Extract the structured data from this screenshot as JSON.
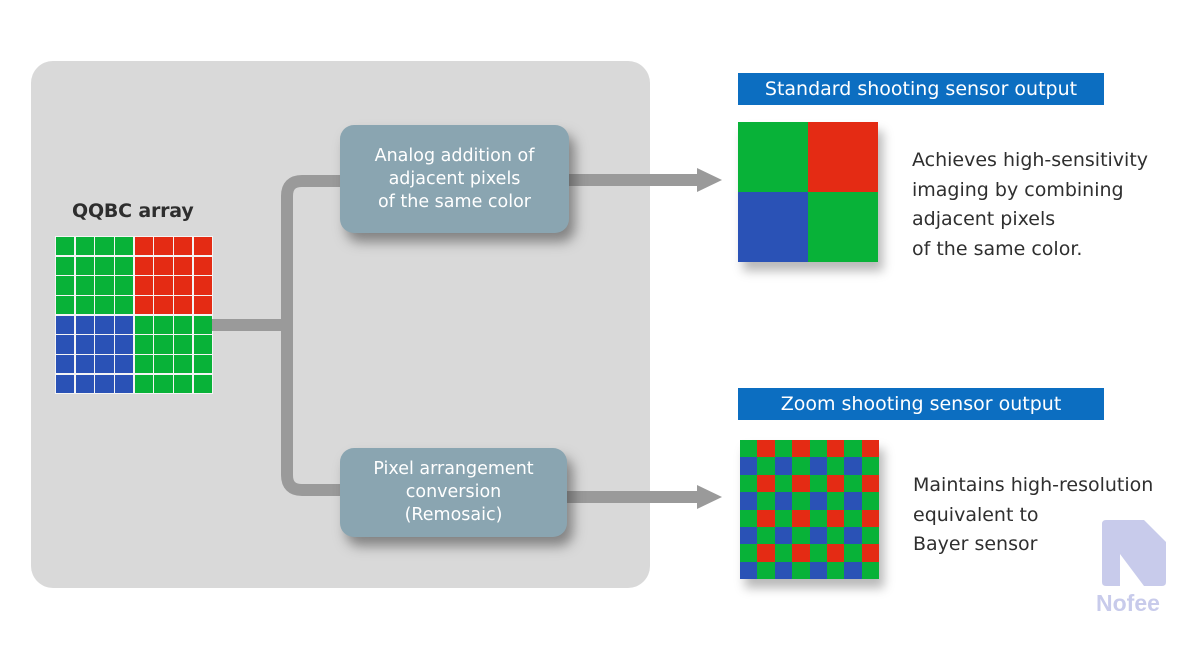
{
  "colors": {
    "green": "#08b238",
    "red": "#e42b14",
    "blue": "#2a52b6",
    "panel": "#d9d9d9",
    "connector": "#9a9a9a",
    "process_box": "#8aa5b1",
    "banner": "#0c6ec1",
    "watermark": "#c8cbeb"
  },
  "input": {
    "title": "QQBC array",
    "grid_size": 8,
    "quadrants": {
      "top_left": "green",
      "top_right": "red",
      "bottom_left": "blue",
      "bottom_right": "green"
    }
  },
  "processes": [
    {
      "label": "Analog addition of\nadjacent pixels\nof the same color"
    },
    {
      "label": "Pixel arrangement\nconversion\n(Remosaic)"
    }
  ],
  "outputs": [
    {
      "banner": "Standard shooting sensor output",
      "pattern": "binned-2x2",
      "cells": [
        "green",
        "red",
        "blue",
        "green"
      ],
      "description": "Achieves high-sensitivity\nimaging by combining\nadjacent pixels\nof the same color."
    },
    {
      "banner": "Zoom shooting sensor output",
      "pattern": "bayer-8x8",
      "row_patterns": [
        [
          "green",
          "red"
        ],
        [
          "blue",
          "green"
        ]
      ],
      "description": "Maintains high-resolution\nequivalent to\nBayer sensor"
    }
  ],
  "watermark": {
    "text": "Nofee",
    "icon": "nofee-logo-icon"
  }
}
